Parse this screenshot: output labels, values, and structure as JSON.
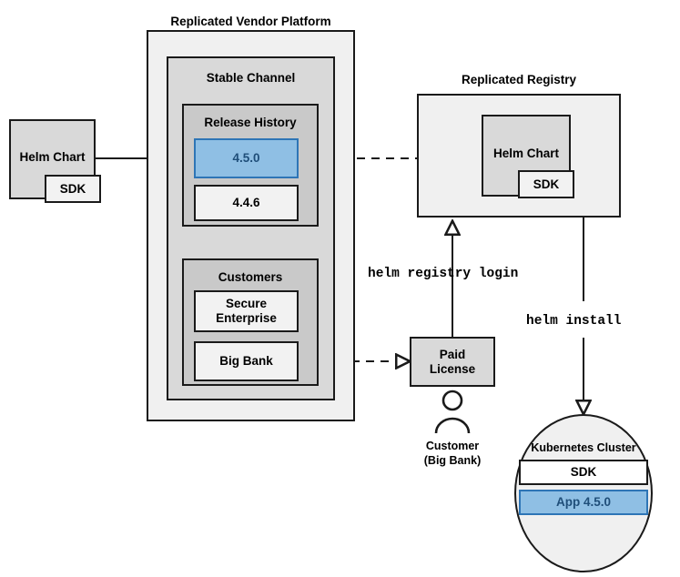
{
  "diagram": {
    "title_vendor_platform": "Replicated Vendor Platform",
    "title_registry": "Replicated Registry",
    "stable_channel": "Stable Channel",
    "release_history": "Release History",
    "customers": "Customers"
  },
  "left_chart": {
    "name": "Helm Chart",
    "sdk": "SDK"
  },
  "releases": [
    {
      "version": "4.5.0",
      "highlighted": true
    },
    {
      "version": "4.4.6",
      "highlighted": false
    }
  ],
  "customers": [
    {
      "name": "Secure\nEnterprise"
    },
    {
      "name": "Big Bank"
    }
  ],
  "registry_chart": {
    "name": "Helm Chart",
    "sdk": "SDK"
  },
  "license": {
    "label": "Paid\nLicense"
  },
  "customer_actor": {
    "icon": "person-icon",
    "caption": "Customer\n(Big Bank)"
  },
  "commands": {
    "registry_login": "helm registry login",
    "install": "helm install"
  },
  "cluster": {
    "title": "Kubernetes Cluster",
    "items": [
      {
        "label": "SDK",
        "highlighted": false
      },
      {
        "label": "App 4.5.0",
        "highlighted": true
      }
    ]
  },
  "colors": {
    "accent_blue_fill": "#8fbfe4",
    "accent_blue_border": "#2e75b6",
    "accent_blue_text": "#1f4e79",
    "stroke": "#1a1a1a",
    "outer_fill": "#f0f0f0",
    "channel_fill": "#d9d9d9",
    "section_fill": "#c9c9c9",
    "inner_fill": "#f2f2f2"
  }
}
